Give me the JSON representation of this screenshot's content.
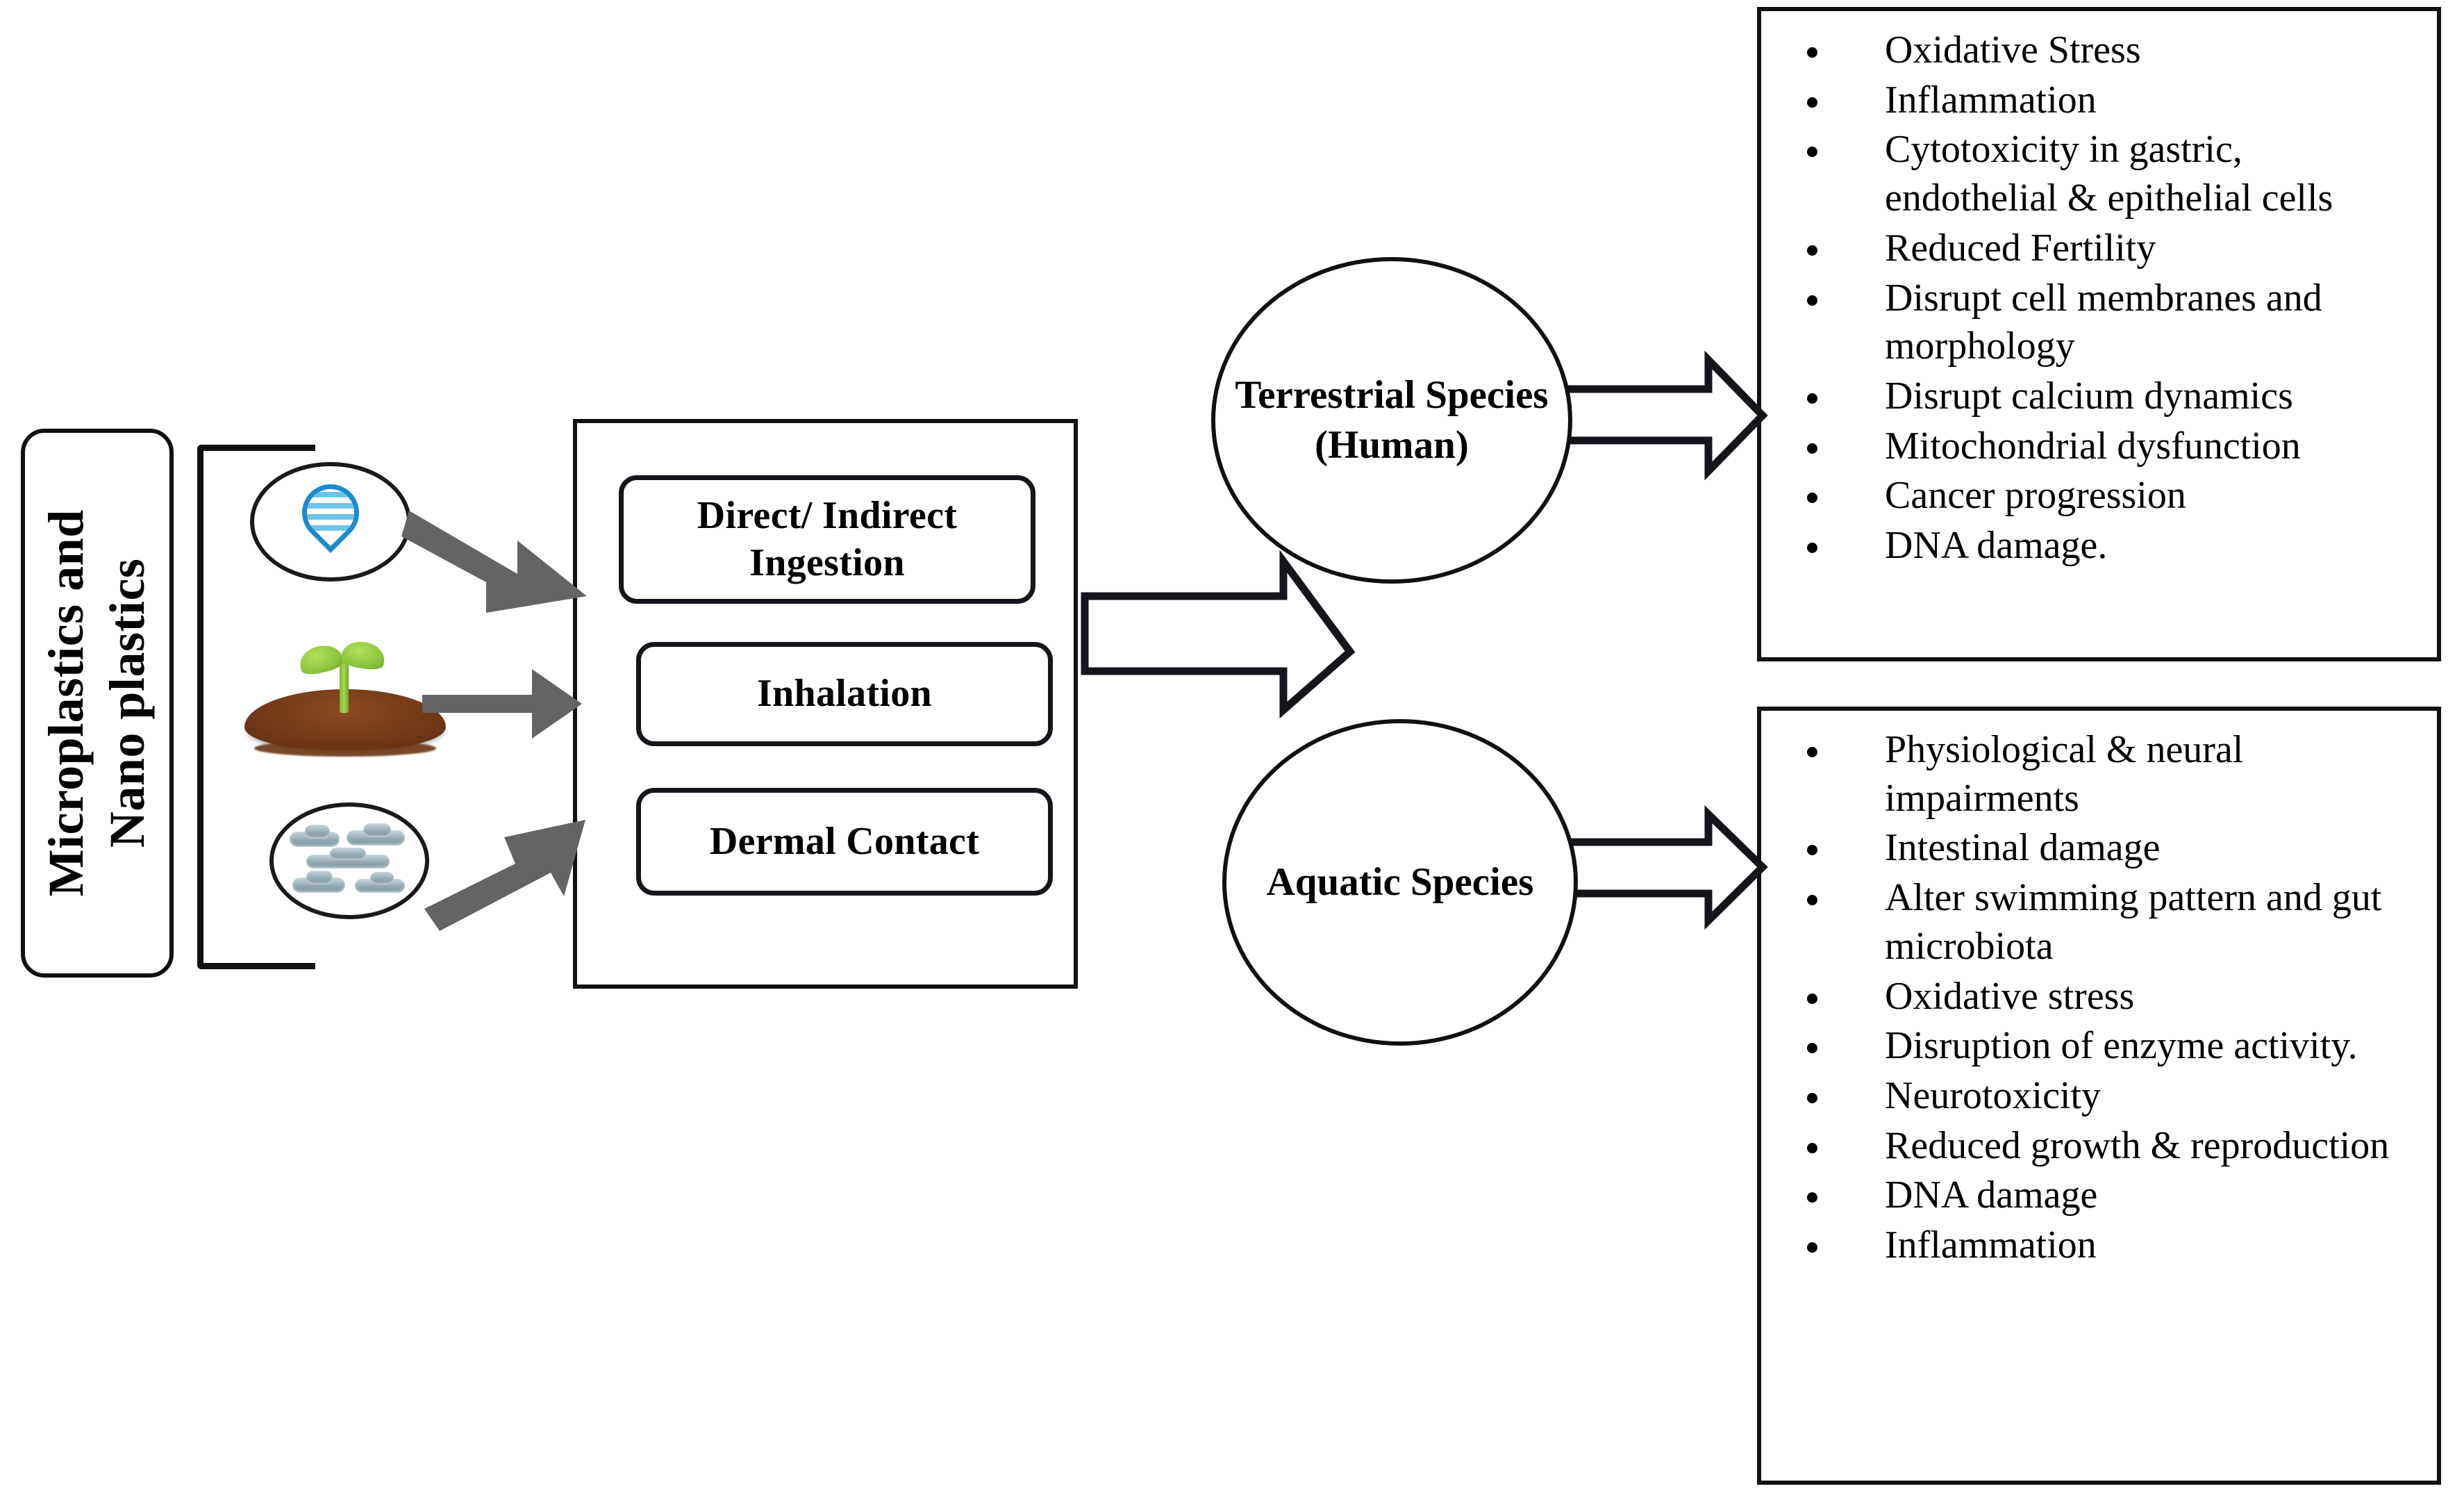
{
  "source": {
    "label": "Microplastics and\nNano plastics",
    "label_line1": "Microplastics and",
    "label_line2": "Nano plastics",
    "media": [
      {
        "name": "water",
        "icon": "water-drop-icon"
      },
      {
        "name": "soil",
        "icon": "soil-seedling-icon"
      },
      {
        "name": "air",
        "icon": "clouds-icon"
      }
    ]
  },
  "exposure_routes": {
    "items": [
      {
        "label": "Direct/ Indirect Ingestion"
      },
      {
        "label": "Inhalation"
      },
      {
        "label": "Dermal Contact"
      }
    ]
  },
  "receptors": [
    {
      "id": "terrestrial",
      "label": "Terrestrial Species (Human)",
      "effects": [
        "Oxidative Stress",
        "Inflammation",
        "Cytotoxicity in gastric, endothelial & epithelial cells",
        "Reduced Fertility",
        "Disrupt cell membranes and morphology",
        "Disrupt calcium dynamics",
        "Mitochondrial dysfunction",
        "Cancer progression",
        "DNA damage."
      ]
    },
    {
      "id": "aquatic",
      "label": "Aquatic Species",
      "effects": [
        "Physiological & neural impairments",
        "Intestinal damage",
        "Alter swimming pattern and gut microbiota",
        "Oxidative stress",
        "Disruption of enzyme activity.",
        "Neurotoxicity",
        "Reduced growth & reproduction",
        "DNA damage",
        "Inflammation"
      ]
    }
  ],
  "colors": {
    "outline": "#111111",
    "grey_arrow": "#646464",
    "water_blue": "#1b8bd0",
    "water_fill": "#6ec4e8",
    "soil_brown": "#6f3816",
    "leaf_green": "#8cc63f",
    "cloud_grey": "#93a9b2",
    "background": "#ffffff"
  }
}
